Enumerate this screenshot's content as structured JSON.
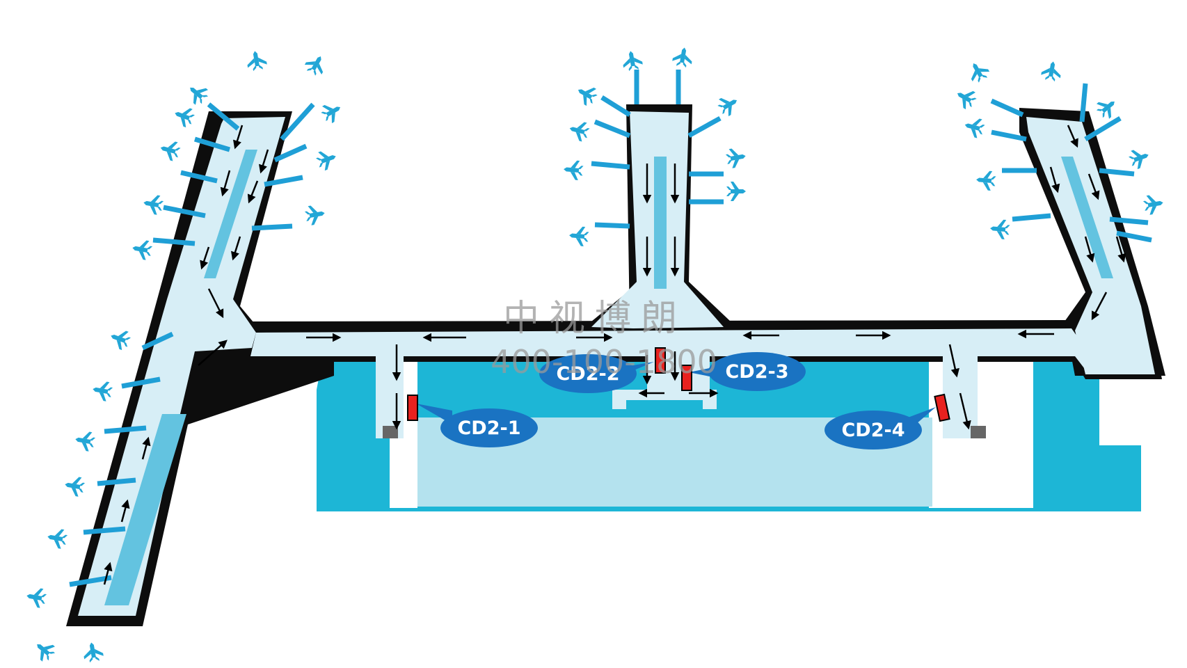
{
  "colors": {
    "floor": "#d7eef6",
    "strip": "#63c3e0",
    "hall": "#1db6d6",
    "hall_light": "#b4e2ee",
    "wall": "#0d0d0d",
    "gate_bridge": "#1f9fd6",
    "plane": "#22a6d6",
    "callout": "#1a73c2",
    "ad_box": "#e8211f",
    "arrow": "#000000"
  },
  "watermark": {
    "company": "中视博朗",
    "phone": "400-100-1800"
  },
  "ad_positions": [
    {
      "id": "CD2-1",
      "label": "CD2-1"
    },
    {
      "id": "CD2-2",
      "label": "CD2-2"
    },
    {
      "id": "CD2-3",
      "label": "CD2-3"
    },
    {
      "id": "CD2-4",
      "label": "CD2-4"
    }
  ],
  "legend_icons": {
    "aircraft": "airplane-icon",
    "flow": "arrow-icon",
    "ad": "ad-position-marker"
  }
}
